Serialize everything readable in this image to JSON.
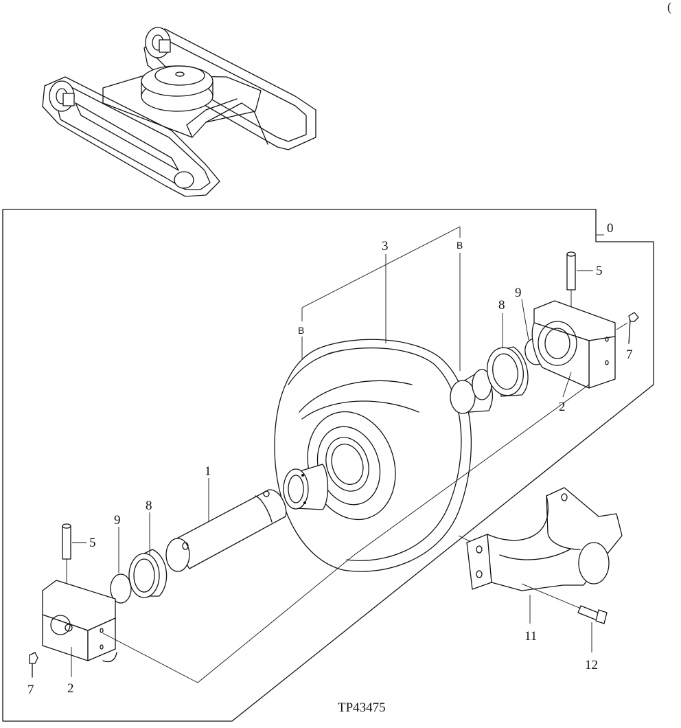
{
  "corner_mark": "(",
  "figure_code": "TP43475",
  "callouts": {
    "c0": "0",
    "c1": "1",
    "c2a": "2",
    "c2b": "2",
    "c3": "3",
    "c5a": "5",
    "c5b": "5",
    "c7a": "7",
    "c7b": "7",
    "c8a": "8",
    "c8b": "8",
    "c9a": "9",
    "c9b": "9",
    "c11": "11",
    "c12": "12",
    "bA": "B",
    "bB": "B"
  }
}
